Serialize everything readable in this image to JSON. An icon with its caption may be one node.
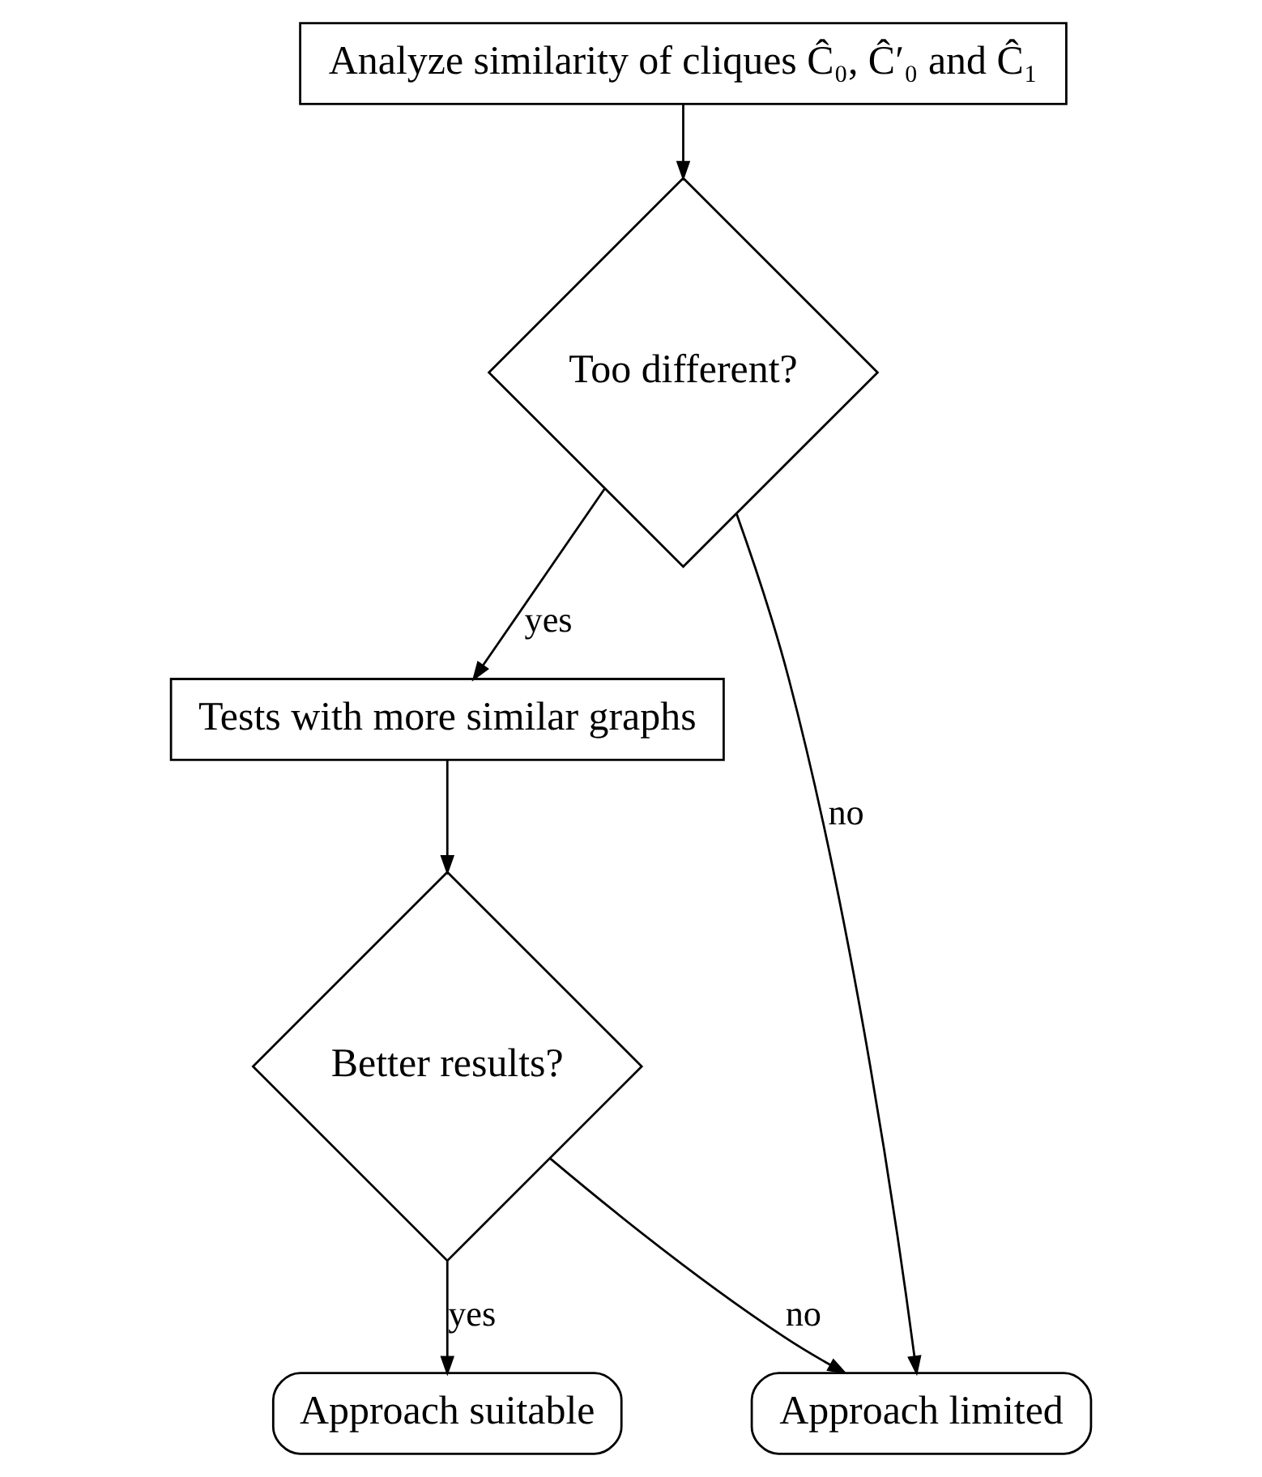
{
  "diagram": {
    "nodes": [
      {
        "text": [
          "Analyze similarity of cliques Ĉ₀, Ĉ′₀ and Ĉ₁"
        ]
      },
      {
        "text": [
          "Too different?"
        ]
      },
      {
        "text": [
          "Tests with more similar graphs"
        ]
      },
      {
        "text": [
          "Better results?"
        ]
      },
      {
        "text": [
          "Approach suitable"
        ]
      },
      {
        "text": [
          "Approach limited"
        ]
      }
    ],
    "edges": [
      {
        "from": 0,
        "to": 1,
        "arrow": "to"
      },
      {
        "from": 1,
        "to": 2,
        "arrow": "to",
        "label": "yes"
      },
      {
        "from": 1,
        "to": 5,
        "arrow": "to",
        "label": "no"
      },
      {
        "from": 2,
        "to": 3,
        "arrow": "to"
      },
      {
        "from": 3,
        "to": 4,
        "arrow": "to",
        "label": "yes"
      },
      {
        "from": 3,
        "to": 5,
        "arrow": "to",
        "label": "no"
      }
    ]
  }
}
